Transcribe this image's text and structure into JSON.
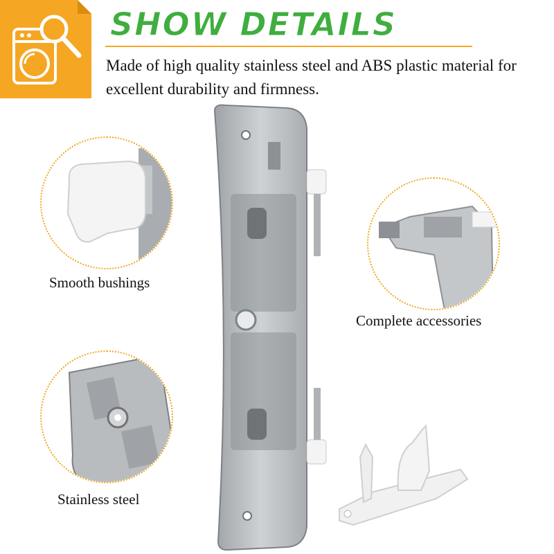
{
  "header": {
    "title": "SHOW DETAILS",
    "description": "Made of high quality stainless steel and ABS plastic material for excellent durability and firmness.",
    "badge_icon": "washer-magnifier-icon"
  },
  "callouts": [
    {
      "label": "Smooth bushings"
    },
    {
      "label": "Complete accessories"
    },
    {
      "label": "Stainless steel"
    }
  ],
  "colors": {
    "title_green": "#3fae3f",
    "accent_orange": "#f5a623",
    "dotted_border": "#f0a81e",
    "metal": "#b9bcbf",
    "plastic_white": "#f4f4f4"
  }
}
